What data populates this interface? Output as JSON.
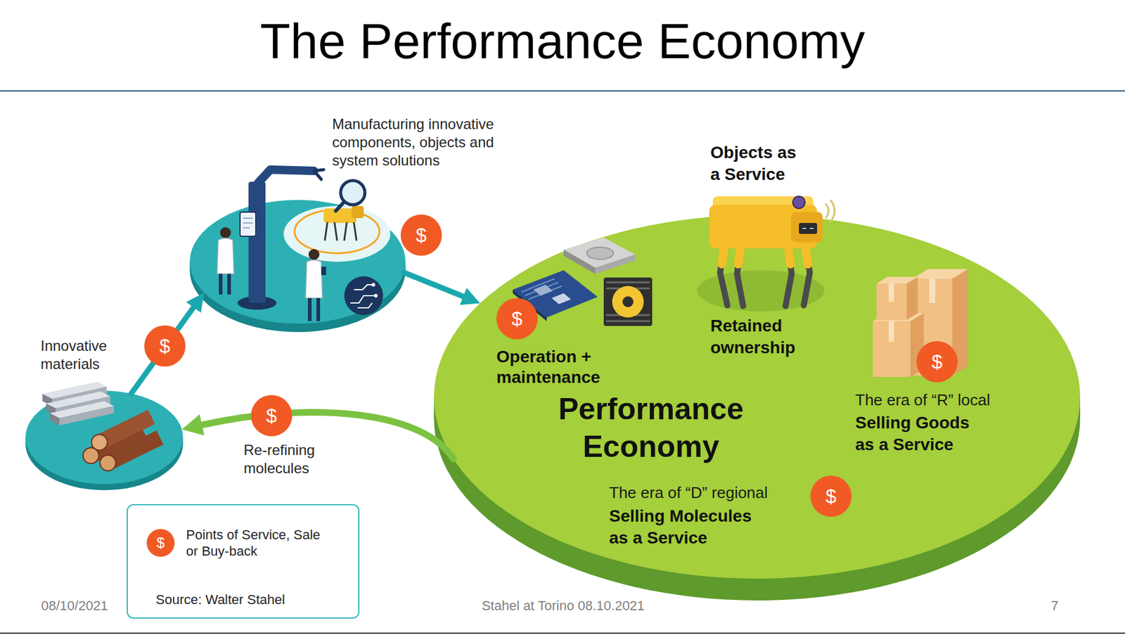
{
  "diagram": {
    "title": "The Performance Economy",
    "nodes": [
      {
        "text": [
          "Manufacturing innovative components, objects and system solutions"
        ]
      },
      {
        "text": [
          "Innovative materials"
        ]
      },
      {
        "text": [
          "Performance Economy",
          "Operation + maintenance",
          "Objects as a Service",
          "Retained ownership",
          "The era of “R” local",
          "Selling Goods as a Service",
          "The era of “D” regional",
          "Selling Molecules as a Service"
        ]
      }
    ],
    "edges": [
      {
        "from": 1,
        "to": 0,
        "arrow": "to"
      },
      {
        "from": 0,
        "to": 2,
        "arrow": "to"
      },
      {
        "from": 2,
        "to": 1,
        "arrow": "to",
        "label": "Re-refining molecules"
      }
    ],
    "labels": [
      "$",
      "$",
      "$",
      "$",
      "$",
      "$",
      "$",
      "Source: Walter Stahel",
      "08/10/2021",
      "Stahel at Torino 08.10.2021",
      "7"
    ],
    "legend": [
      {
        "text": "Points of Service, Sale or Buy-back",
        "color": "#f15a24"
      }
    ]
  }
}
